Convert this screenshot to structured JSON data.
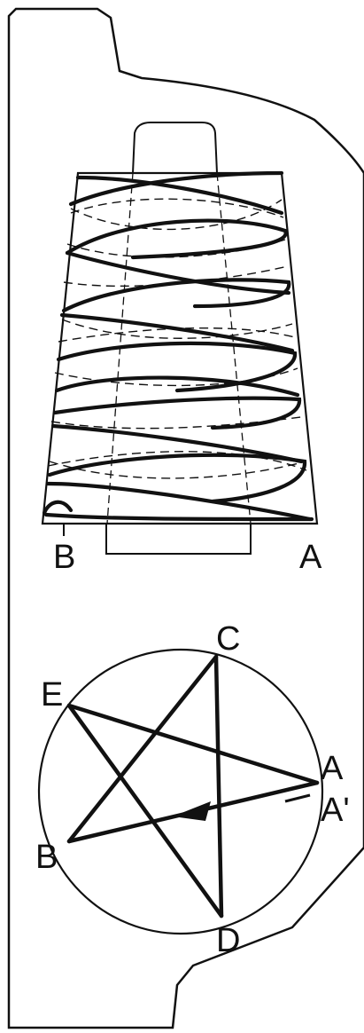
{
  "cone_diagram": {
    "label_left": "B",
    "label_right": "A"
  },
  "star_diagram": {
    "labels": {
      "C": "C",
      "E": "E",
      "A": "A",
      "A_prime": "A'",
      "B": "B",
      "D": "D"
    }
  },
  "colors": {
    "ink": "#111111",
    "background": "#ffffff"
  }
}
